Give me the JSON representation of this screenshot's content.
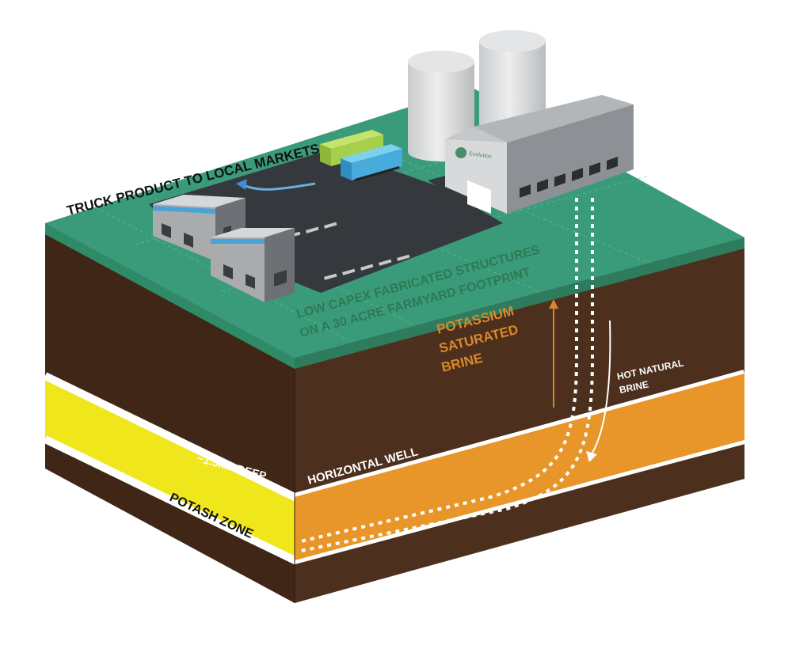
{
  "labels": {
    "truck": "TRUCK PRODUCT TO LOCAL MARKETS",
    "capex_line1": "LOW CAPEX FABRICATED STRUCTURES",
    "capex_line2": "ON A 30 ACRE FARMYARD FOOTPRINT",
    "potassium_line1": "POTASSIUM",
    "potassium_line2": "SATURATED",
    "potassium_line3": "BRINE",
    "hot_line1": "HOT NATURAL",
    "hot_line2": "BRINE",
    "depth": "~1.5km DEEP",
    "well": "HORIZONTAL WELL",
    "potash": "POTASH ZONE"
  },
  "building_sign": "Evolution",
  "colors": {
    "surface_green": "#3a9b7a",
    "earth_front": "#3f2616",
    "earth_side": "#4c2f1d",
    "potash_yellow": "#f0e61c",
    "potash_orange": "#e8952a",
    "asphalt": "#35383c",
    "label_green": "#2d7a55",
    "label_orange": "#d9892a"
  },
  "icons": [
    "silo",
    "warehouse",
    "portable-office",
    "shipping-container",
    "arrow"
  ]
}
